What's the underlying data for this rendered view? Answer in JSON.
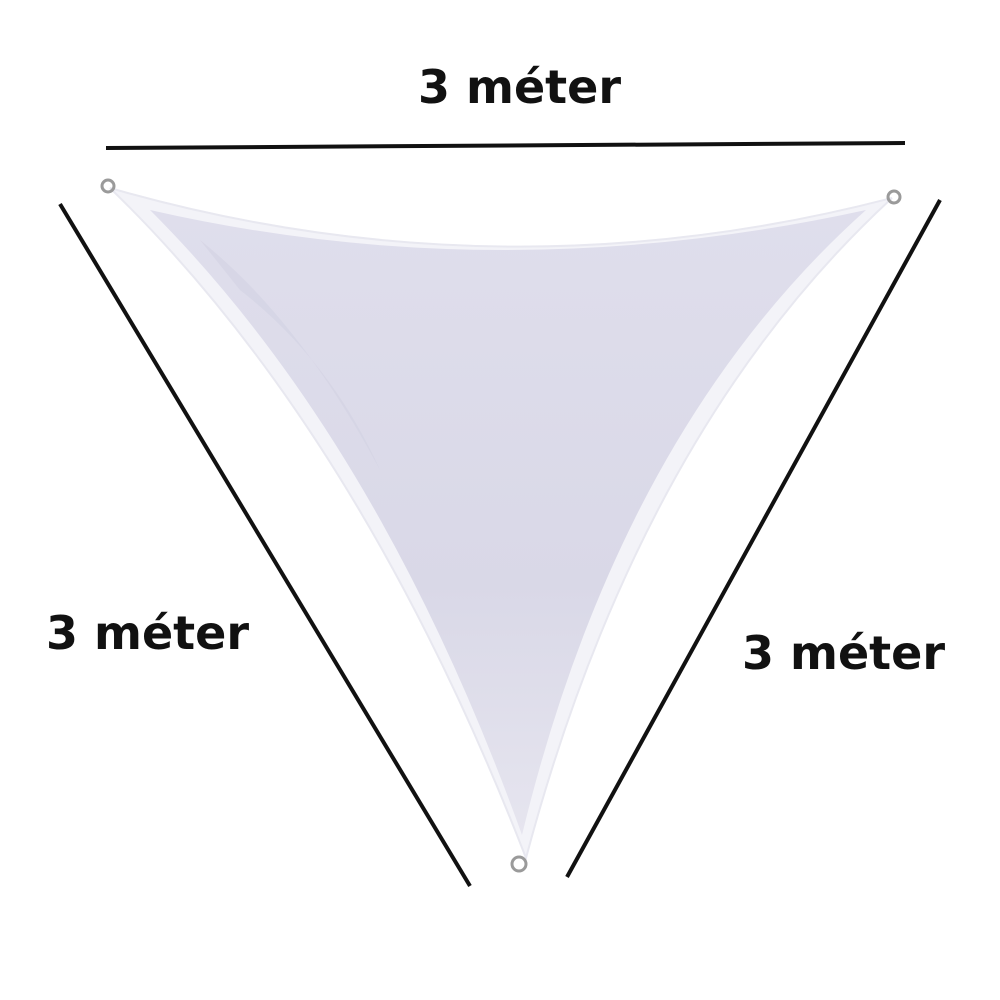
{
  "dimensions": {
    "top": "3 méter",
    "left": "3 méter",
    "right": "3 méter"
  },
  "colors": {
    "sail": "#dcdbe9",
    "sail_edge": "#f4f4f8",
    "line": "#111111",
    "ring": "#9a9a9a"
  }
}
